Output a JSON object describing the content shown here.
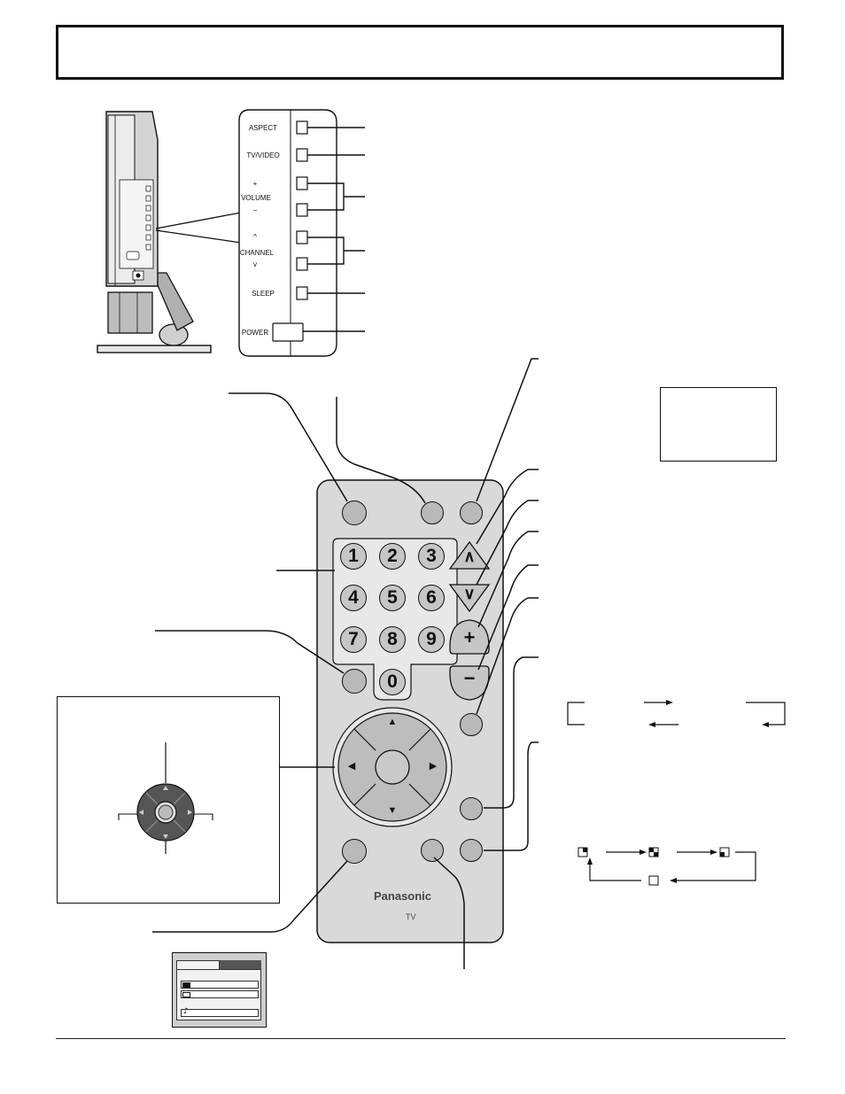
{
  "side_panel": {
    "buttons": [
      {
        "id": "aspect",
        "label": "ASPECT"
      },
      {
        "id": "tv-video",
        "label": "TV/VIDEO"
      },
      {
        "id": "volume-plus",
        "label": "+"
      },
      {
        "id": "volume",
        "label": "VOLUME"
      },
      {
        "id": "volume-minus",
        "label": "−"
      },
      {
        "id": "channel-up",
        "label": "^"
      },
      {
        "id": "channel",
        "label": "CHANNEL"
      },
      {
        "id": "channel-down",
        "label": "v"
      },
      {
        "id": "sleep",
        "label": "SLEEP"
      },
      {
        "id": "power",
        "label": "POWER"
      }
    ]
  },
  "remote": {
    "number_keys": [
      "1",
      "2",
      "3",
      "4",
      "5",
      "6",
      "7",
      "8",
      "9",
      "0"
    ],
    "brand": "Panasonic",
    "model_label": "TV",
    "nav_arrows": {
      "up": "▲",
      "down": "▼",
      "left": "◀",
      "right": "▶"
    },
    "ch_up_symbol": "∧",
    "ch_down_symbol": "∨",
    "vol_up_symbol": "+",
    "vol_down_symbol": "−"
  },
  "icons": {
    "menu_picture_icon": "picture-icon",
    "menu_pip_icon": "pip-icon",
    "menu_audio_icon": "music-note-icon",
    "music_note": "♪"
  },
  "colors": {
    "remote_body": "#d9d9d9",
    "button_fill": "#c6c6c6",
    "line": "#111111"
  }
}
